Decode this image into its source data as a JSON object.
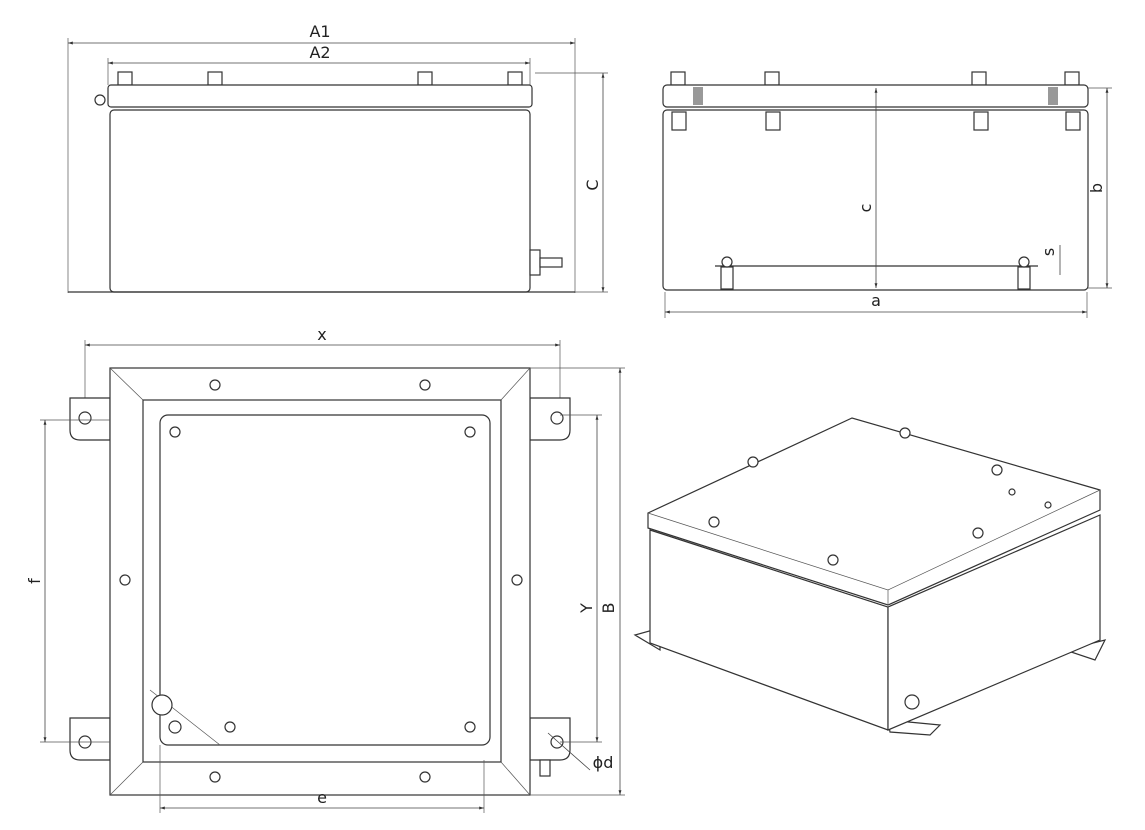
{
  "front_view": {
    "dim_overall_width": "A1",
    "dim_lid_width": "A2",
    "dim_height": "C"
  },
  "side_view": {
    "dim_inner_height": "c",
    "dim_height": "b",
    "dim_width": "a",
    "dim_plate_thickness": "s"
  },
  "top_view": {
    "dim_width": "x",
    "dim_mount_spacing_vertical": "f",
    "dim_inner_height": "Y",
    "dim_outer_height": "B",
    "dim_mount_spacing_horizontal": "e",
    "dim_hole_diameter": "ϕd"
  },
  "colors": {
    "line": "#333333",
    "background": "#ffffff"
  }
}
